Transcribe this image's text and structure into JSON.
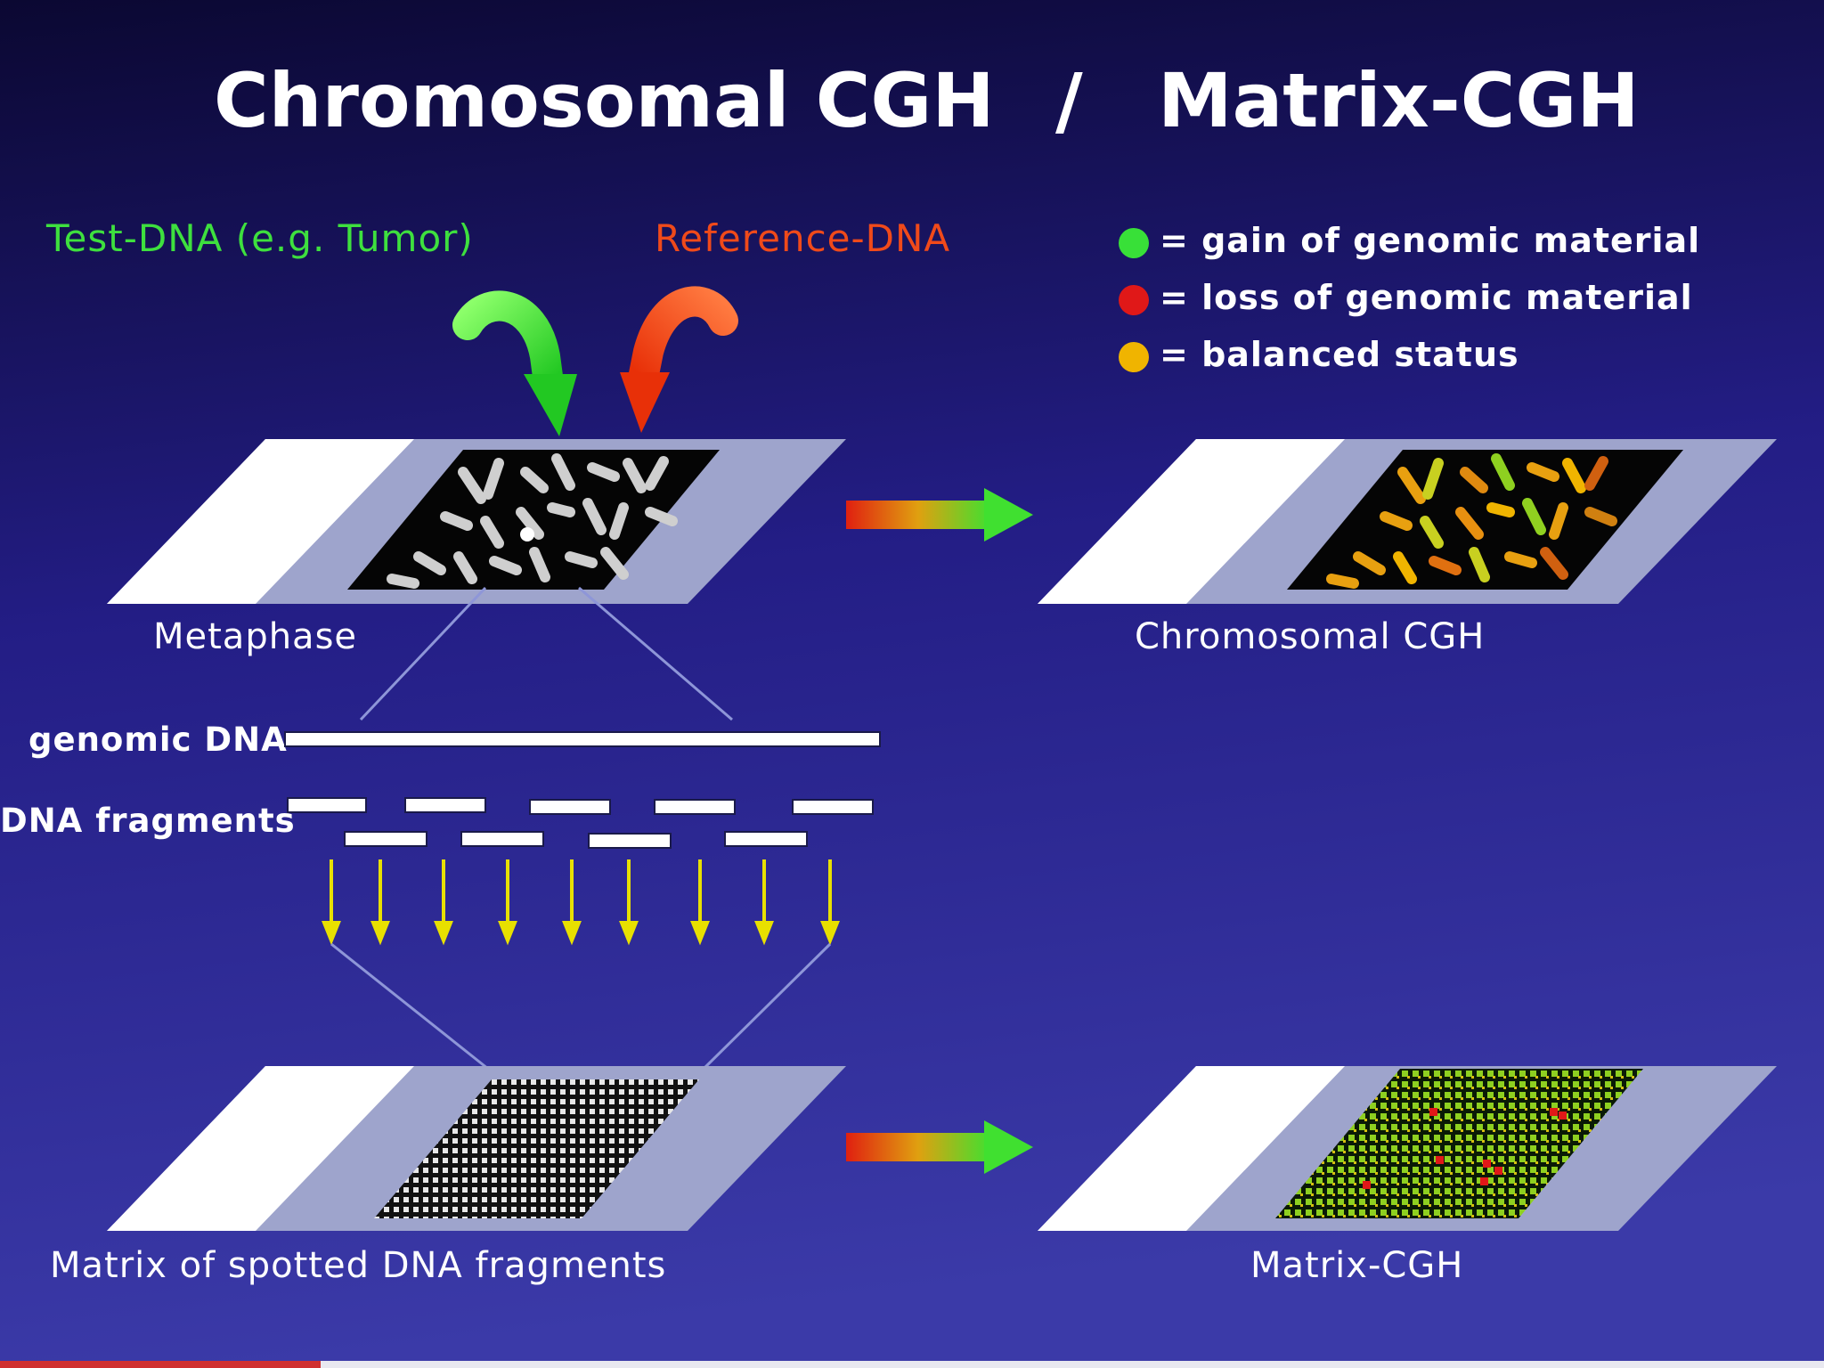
{
  "title": {
    "left": "Chromosomal CGH",
    "sep": "/",
    "right": "Matrix-CGH"
  },
  "inputs": {
    "test_dna": "Test-DNA (e.g. Tumor)",
    "reference_dna": "Reference-DNA"
  },
  "legend": [
    {
      "color": "#38e038",
      "text": "= gain of genomic material"
    },
    {
      "color": "#e01818",
      "text": "= loss of genomic material"
    },
    {
      "color": "#f0b400",
      "text": "= balanced status"
    }
  ],
  "slides": {
    "metaphase": "Metaphase",
    "chromosomal_cgh": "Chromosomal  CGH",
    "matrix_spotted": "Matrix of spotted DNA fragments",
    "matrix_cgh": "Matrix-CGH"
  },
  "dna": {
    "genomic": "genomic DNA",
    "fragments": "DNA fragments"
  },
  "colors": {
    "background_top": "#0b0832",
    "background_bottom": "#3b3aa8",
    "test_arrow": "#36e036",
    "reference_arrow": "#f04010",
    "fragment_arrow": "#e8e000"
  }
}
